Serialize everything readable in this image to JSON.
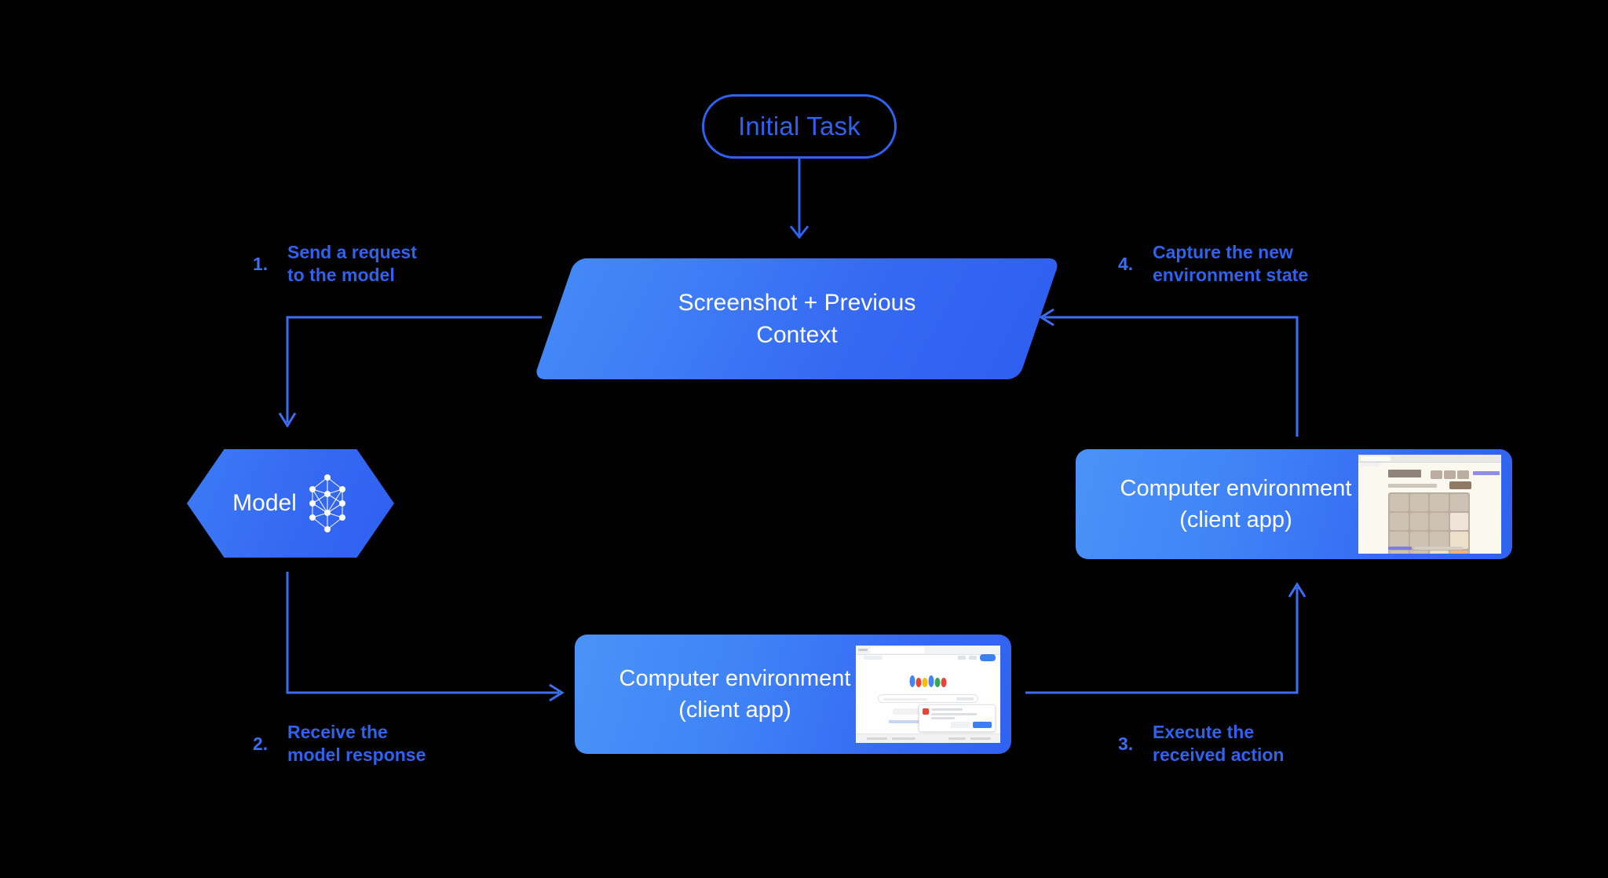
{
  "diagram": {
    "title_node": {
      "label": "Initial Task"
    },
    "context_node": {
      "line1": "Screenshot + Previous",
      "line2": "Context"
    },
    "model_node": {
      "label": "Model",
      "icon": "neural-network-icon"
    },
    "env_right": {
      "line1": "Computer environment",
      "line2": "(client app)",
      "thumbnail": "game-2048-screenshot"
    },
    "env_bottom": {
      "line1": "Computer environment",
      "line2": "(client app)",
      "thumbnail": "google-search-screenshot"
    },
    "steps": [
      {
        "number": "1.",
        "line1": "Send a request",
        "line2": "to the model"
      },
      {
        "number": "2.",
        "line1": "Receive the",
        "line2": "model response"
      },
      {
        "number": "3.",
        "line1": "Execute the",
        "line2": "received action"
      },
      {
        "number": "4.",
        "line1": "Capture the new",
        "line2": "environment state"
      }
    ],
    "colors": {
      "background": "#000000",
      "accent_blue": "#2f62f0",
      "light_blue": "#4a93f8",
      "connector_blue": "#3b6ef2",
      "text_white": "#ffffff"
    }
  },
  "thumbnails": {
    "game_2048": {
      "site": "2048.org",
      "tiles": [
        "",
        "",
        "",
        "",
        "",
        "",
        "",
        "2",
        "",
        "",
        "",
        "4",
        "",
        "",
        "4",
        "8"
      ]
    }
  }
}
